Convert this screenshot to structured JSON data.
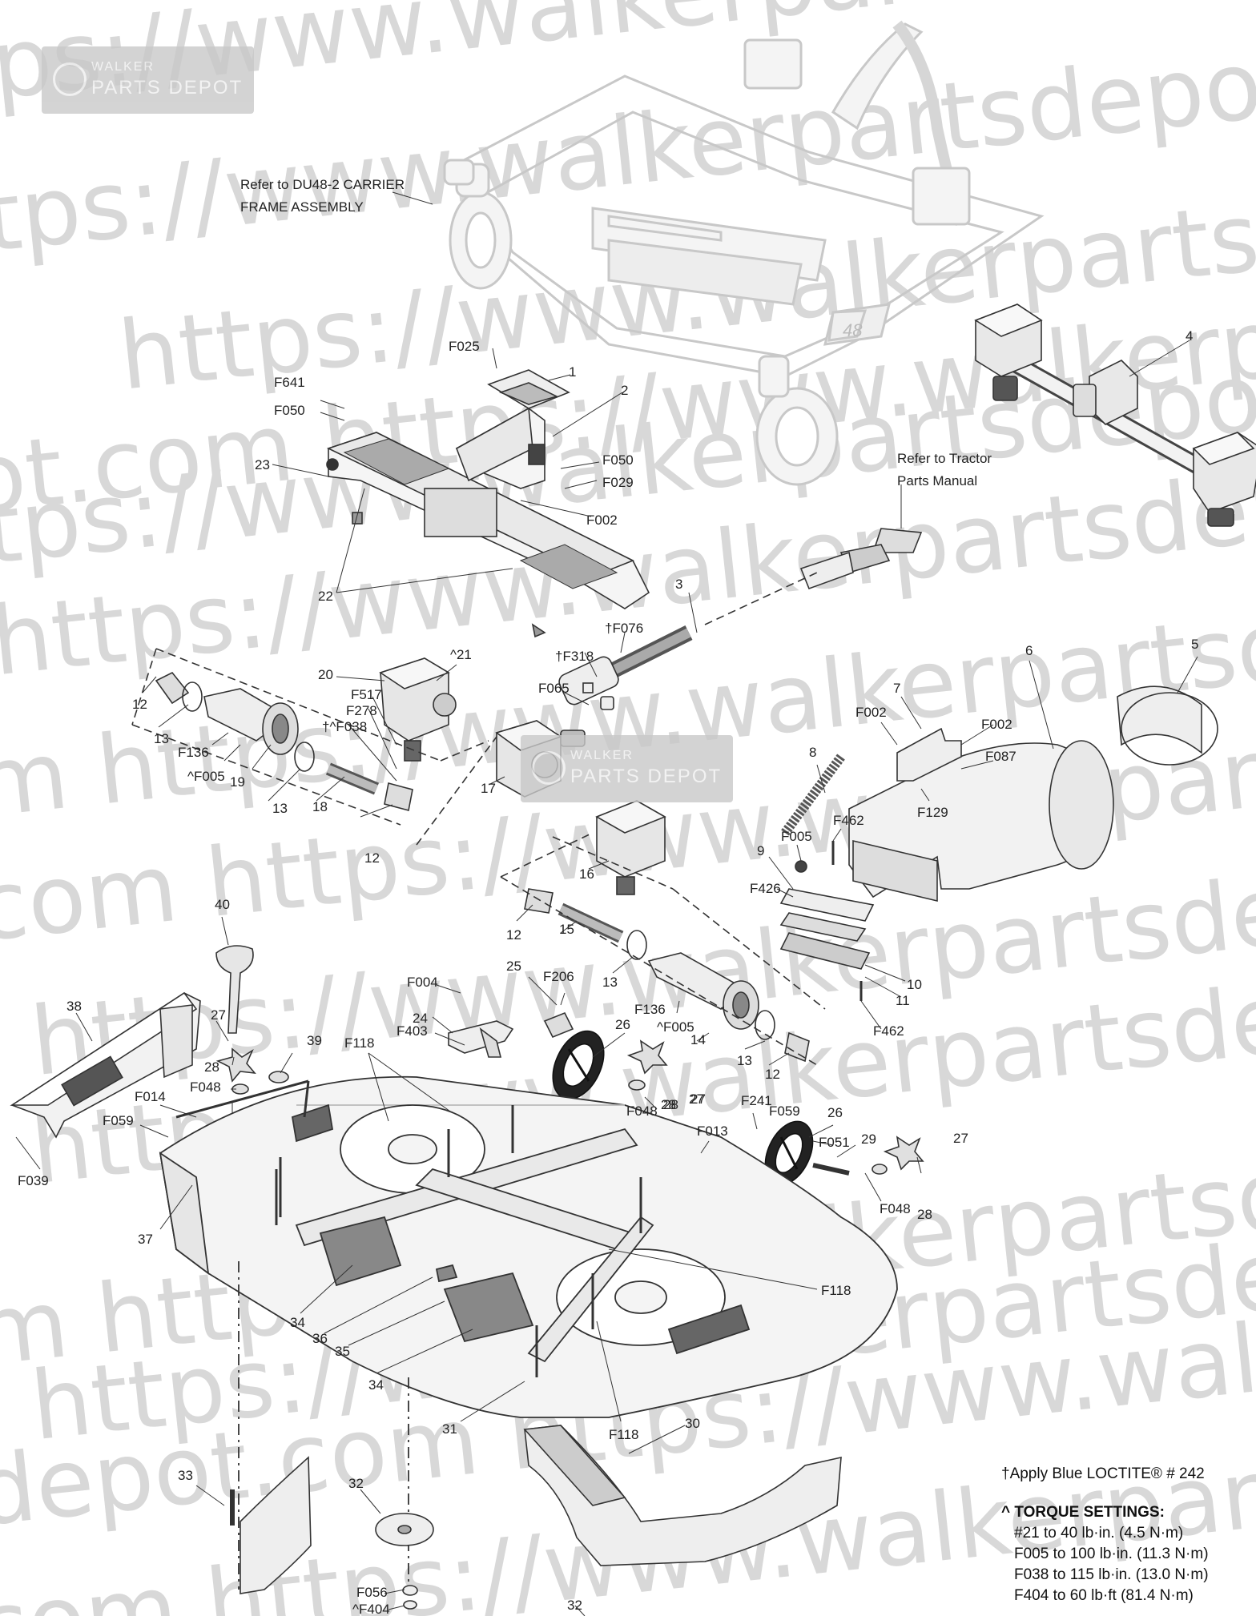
{
  "watermark": {
    "lines": [
      "ps://www.walkerpartsdepot.com  https:/",
      "tps://www.walkerpartsdepot.com  https:/",
      "https://www.walkerpartsdepot.co",
      "tps://www.walkerpartsdepot.com  https",
      "ot.com  https://www.walkerpartsdepot.com",
      "https://www.walkerpartsdepot.com",
      "m  https://www.walkerpartsdepot.com  htt",
      "com  https://www.walkerpartsdepot.com",
      "https://www.walkerpartsdepot.com",
      "https://www.walkerpartsdepot.com  h",
      "m  https://www.walkerpartsdepot.com",
      "https://www.walkerpartsdepot",
      "depot.com  https://www.walkerpartsdepot.com",
      "com  https://www.walkerpartsdepot.com"
    ],
    "logo_line1": "WALKER",
    "logo_line2": "PARTS DEPOT"
  },
  "references": {
    "carrier_frame": [
      "Refer to DU48-2 CARRIER",
      "FRAME ASSEMBLY"
    ],
    "tractor_manual": [
      "Refer to Tractor",
      "Parts Manual"
    ]
  },
  "deck_number": "48",
  "labels": [
    "F025",
    "1",
    "2",
    "F641",
    "F050",
    "23",
    "F050",
    "F029",
    "F002",
    "22",
    "4",
    "3",
    "†F076",
    "†F318",
    "F065",
    "^21",
    "20",
    "F517",
    "F278",
    "†^F038",
    "12",
    "13",
    "F136",
    "^F005",
    "19",
    "13",
    "18",
    "12",
    "17",
    "16",
    "5",
    "6",
    "7",
    "F002",
    "F002",
    "F087",
    "8",
    "F129",
    "F005",
    "F462",
    "9",
    "F426",
    "10",
    "11",
    "F462",
    "40",
    "12",
    "15",
    "13",
    "25",
    "F206",
    "F004",
    "24",
    "F403",
    "26",
    "F136",
    "^F005",
    "14",
    "13",
    "12",
    "27",
    "28",
    "27",
    "39",
    "38",
    "28",
    "F048",
    "F118",
    "F014",
    "F059",
    "F039",
    "37",
    "F048",
    "28",
    "27",
    "F241",
    "F013",
    "F059",
    "26",
    "F051",
    "29",
    "27",
    "F048",
    "28",
    "F118",
    "34",
    "36",
    "35",
    "34",
    "31",
    "F118",
    "30",
    "33",
    "32",
    "F056",
    "^F404",
    "32"
  ],
  "notes": {
    "loctite": "†Apply Blue LOCTITE® # 242",
    "torque_heading": "^ TORQUE SETTINGS:",
    "torque": [
      "#21 to 40 lb·in. (4.5 N·m)",
      "F005 to 100 lb·in. (11.3 N·m)",
      "F038 to 115 lb·in. (13.0 N·m)",
      "F404 to 60 lb·ft (81.4 N·m)"
    ]
  }
}
